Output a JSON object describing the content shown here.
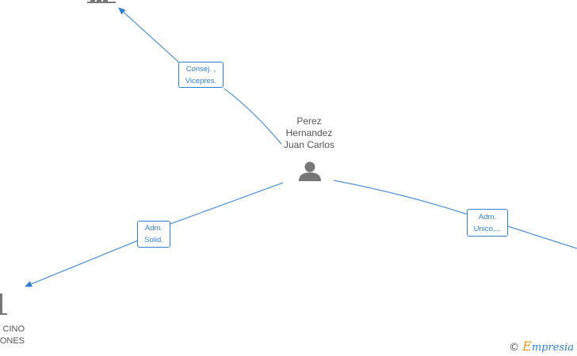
{
  "colors": {
    "edge": "#2f7fd0",
    "node_icon": "#777777",
    "text": "#555555",
    "brand_e": "#e8961e"
  },
  "center_person": {
    "name_lines": [
      "Perez",
      "Hernandez",
      "Juan Carlos"
    ],
    "icon": "person-icon"
  },
  "left_company": {
    "name_lines": [
      "CINO",
      "IONES"
    ],
    "icon": "building-icon"
  },
  "top_company": {
    "icon": "building-icon"
  },
  "edges": {
    "top": {
      "lines": [
        "Consej. ,",
        "Vicepres."
      ]
    },
    "left": {
      "lines": [
        "Adm.",
        "Solid."
      ]
    },
    "right": {
      "lines": [
        "Adm.",
        "Unico,..."
      ]
    }
  },
  "watermark": {
    "copyright": "©",
    "brand_first": "E",
    "brand_rest": "mpresia"
  }
}
